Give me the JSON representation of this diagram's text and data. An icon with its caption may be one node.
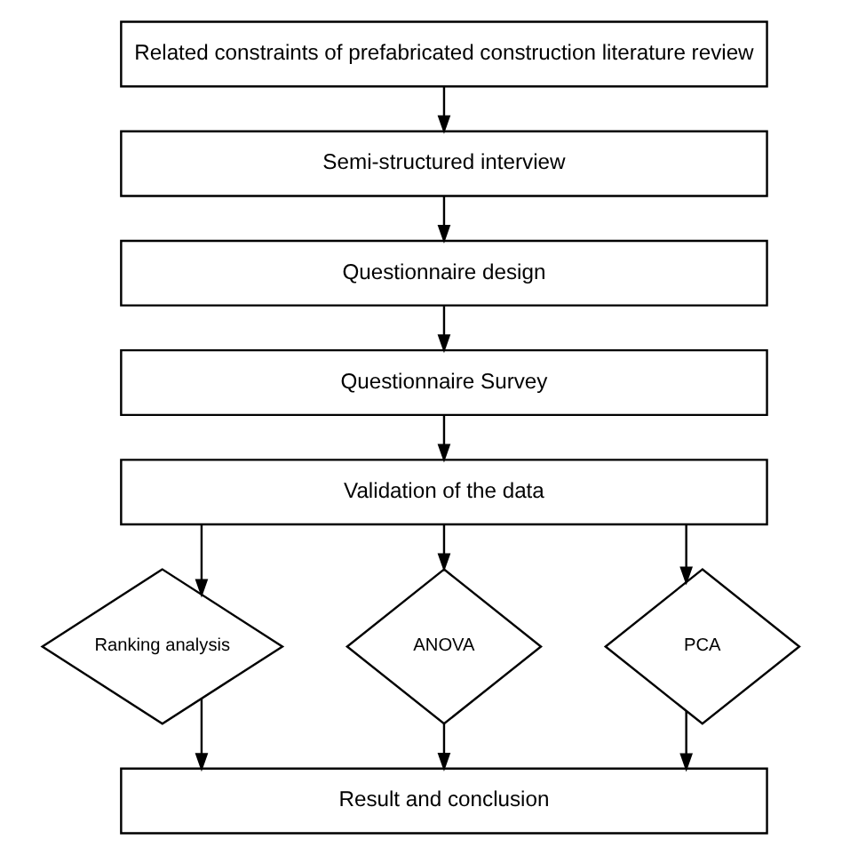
{
  "diagram": {
    "nodes": [
      {
        "text": [
          "Related constraints of prefabricated construction literature review"
        ]
      },
      {
        "text": [
          "Semi-structured interview"
        ]
      },
      {
        "text": [
          "Questionnaire design"
        ]
      },
      {
        "text": [
          "Questionnaire Survey"
        ]
      },
      {
        "text": [
          "Validation of the data"
        ]
      },
      {
        "text": [
          "Ranking analysis"
        ]
      },
      {
        "text": [
          "ANOVA"
        ]
      },
      {
        "text": [
          "PCA"
        ]
      },
      {
        "text": [
          "Result and conclusion"
        ]
      }
    ],
    "edges": [
      {
        "from": 0,
        "to": 1,
        "arrow": "to"
      },
      {
        "from": 1,
        "to": 2,
        "arrow": "to"
      },
      {
        "from": 2,
        "to": 3,
        "arrow": "to"
      },
      {
        "from": 3,
        "to": 4,
        "arrow": "to"
      },
      {
        "from": 4,
        "to": 5,
        "arrow": "to"
      },
      {
        "from": 4,
        "to": 6,
        "arrow": "to"
      },
      {
        "from": 4,
        "to": 7,
        "arrow": "to"
      },
      {
        "from": 5,
        "to": 8,
        "arrow": "to"
      },
      {
        "from": 6,
        "to": 8,
        "arrow": "to"
      },
      {
        "from": 7,
        "to": 8,
        "arrow": "to"
      }
    ]
  }
}
